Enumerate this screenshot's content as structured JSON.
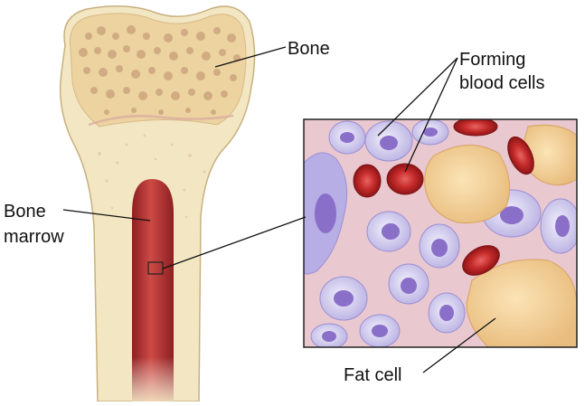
{
  "labels": {
    "bone": "Bone",
    "forming_line1": "Forming",
    "forming_line2": "blood cells",
    "marrow_line1": "Bone",
    "marrow_line2": "marrow",
    "fat_cell": "Fat cell"
  },
  "colors": {
    "bone_outer": "#f3e7c3",
    "bone_outline": "#c8b07f",
    "spongy_bone": "#ecd3a0",
    "spongy_pore": "#c9a07a",
    "marrow": "#b8322f",
    "inset_background": "#e9c8d0",
    "red_cell": "#c9282a",
    "white_cell": "#d8d4f0",
    "nucleus": "#8a6fc8",
    "fat_cell": "#f2cf95"
  },
  "icons": {
    "bone_illustration": "long-bone-cross-section",
    "inset": "marrow-cells-magnified"
  }
}
